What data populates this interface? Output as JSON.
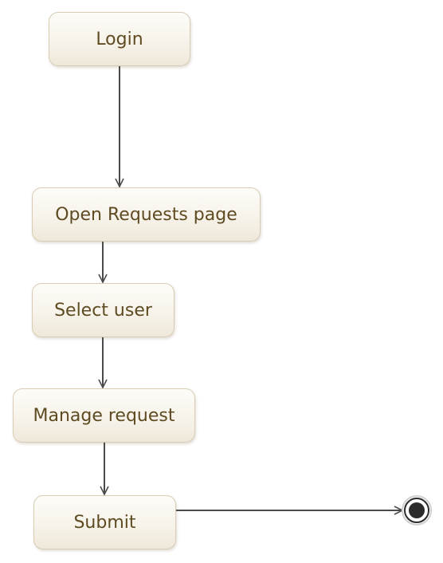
{
  "diagram": {
    "type": "activity-diagram",
    "nodes": [
      {
        "id": "login",
        "label": "Login"
      },
      {
        "id": "open_requests",
        "label": "Open Requests page"
      },
      {
        "id": "select_user",
        "label": "Select user"
      },
      {
        "id": "manage_request",
        "label": "Manage request"
      },
      {
        "id": "submit",
        "label": "Submit"
      }
    ],
    "edges": [
      {
        "from": "login",
        "to": "open_requests"
      },
      {
        "from": "open_requests",
        "to": "select_user"
      },
      {
        "from": "select_user",
        "to": "manage_request"
      },
      {
        "from": "manage_request",
        "to": "submit"
      },
      {
        "from": "submit",
        "to": "final"
      }
    ],
    "final_node": {
      "id": "final",
      "icon": "final-state-icon"
    }
  },
  "colors": {
    "node_text": "#5e4b22",
    "node_border": "#d8ccb4",
    "node_fill_top": "#fdfcf8",
    "node_fill_bottom": "#efe8da",
    "edge": "#4a4a4a",
    "final_fill": "#2b2b2b"
  }
}
